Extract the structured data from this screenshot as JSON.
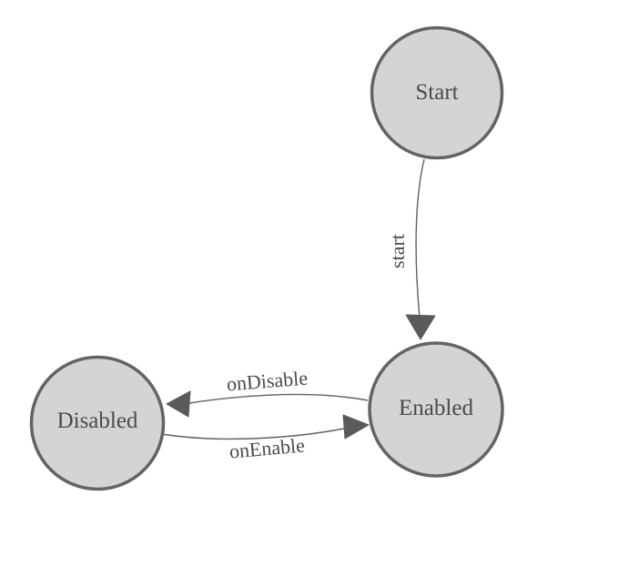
{
  "diagram": {
    "type": "state-machine",
    "background_color": "#ffffff",
    "colors": {
      "node_fill": "#d4d4d4",
      "node_border": "#636363",
      "edge": "#606060",
      "arrowhead": "#5a5a5a",
      "label_text": "#4a4a4f"
    },
    "nodes": [
      {
        "id": "start-node",
        "label": "Start"
      },
      {
        "id": "enabled-node",
        "label": "Enabled"
      },
      {
        "id": "disabled-node",
        "label": "Disabled"
      }
    ],
    "edges": [
      {
        "from": "Start",
        "to": "Enabled",
        "label": "start"
      },
      {
        "from": "Enabled",
        "to": "Disabled",
        "label": "onDisable"
      },
      {
        "from": "Disabled",
        "to": "Enabled",
        "label": "onEnable"
      }
    ]
  }
}
